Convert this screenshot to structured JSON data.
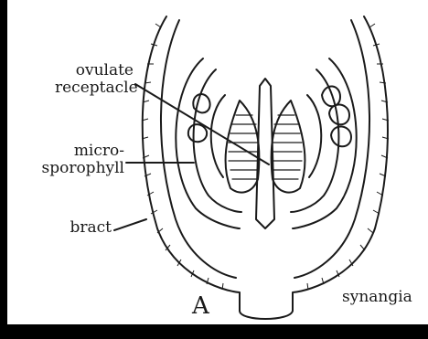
{
  "labels": {
    "ovulate_receptacle_line1": "ovulate",
    "ovulate_receptacle_line2": "receptacle",
    "microsporophyll_line1": "micro-",
    "microsporophyll_line2": "sporophyll",
    "bract": "bract",
    "panel_letter": "A",
    "synangia": "synangia"
  },
  "colors": {
    "background_frame": "#000000",
    "panel": "#ffffff",
    "ink": "#1a1a1a"
  }
}
